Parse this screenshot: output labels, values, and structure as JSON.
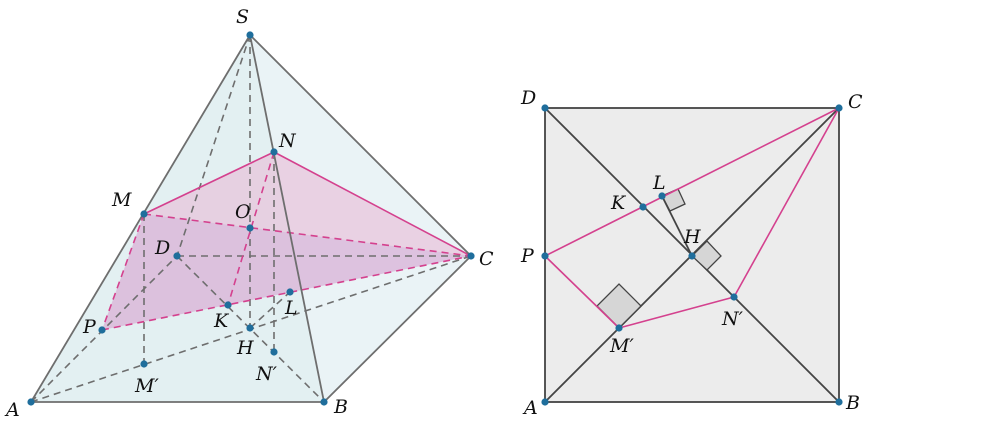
{
  "left_figure": {
    "labels": {
      "S": "S",
      "N": "N",
      "M": "M",
      "O": "O",
      "D": "D",
      "C": "C",
      "P": "P",
      "K": "K",
      "L": "L",
      "H": "H",
      "Mp": "M′",
      "Np": "N′",
      "A": "A",
      "B": "B"
    }
  },
  "right_figure": {
    "labels": {
      "D": "D",
      "C": "C",
      "L": "L",
      "K": "K",
      "H": "H",
      "P": "P",
      "Mp": "M′",
      "Np": "N′",
      "A": "A",
      "B": "B"
    }
  },
  "colors": {
    "point": "#1f6e9c",
    "section": "#d4418e",
    "section_fill": "#e9a8cb",
    "pyramid_fill": "#d9ebee",
    "square_fill": "#ececec",
    "right_angle_fill": "#d6d6d6"
  }
}
